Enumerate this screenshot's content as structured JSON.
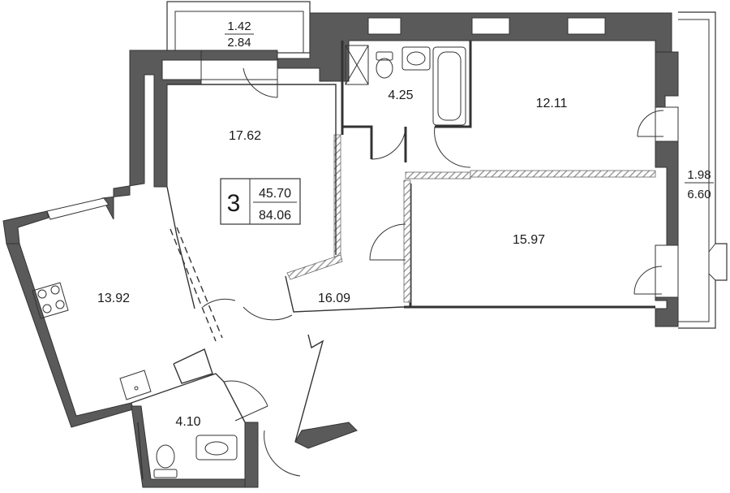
{
  "plan": {
    "summary": {
      "rooms": "3",
      "living_area": "45.70",
      "total_area": "84.06"
    },
    "rooms": [
      {
        "id": "bedroom-north",
        "area": "17.62"
      },
      {
        "id": "bathroom",
        "area": "4.25"
      },
      {
        "id": "bedroom-east",
        "area": "12.11"
      },
      {
        "id": "bedroom-south",
        "area": "15.97"
      },
      {
        "id": "hall",
        "area": "16.09"
      },
      {
        "id": "kitchen",
        "area": "13.92"
      },
      {
        "id": "wc",
        "area": "4.10"
      }
    ],
    "balconies": [
      {
        "id": "balcony-top",
        "area": "1.42",
        "total": "2.84"
      },
      {
        "id": "loggia-east",
        "area": "1.98",
        "total": "6.60"
      }
    ]
  },
  "colors": {
    "wall": "#5a5a5a",
    "line": "#333333",
    "hatch": "#8c8c8c",
    "background": "#ffffff"
  }
}
